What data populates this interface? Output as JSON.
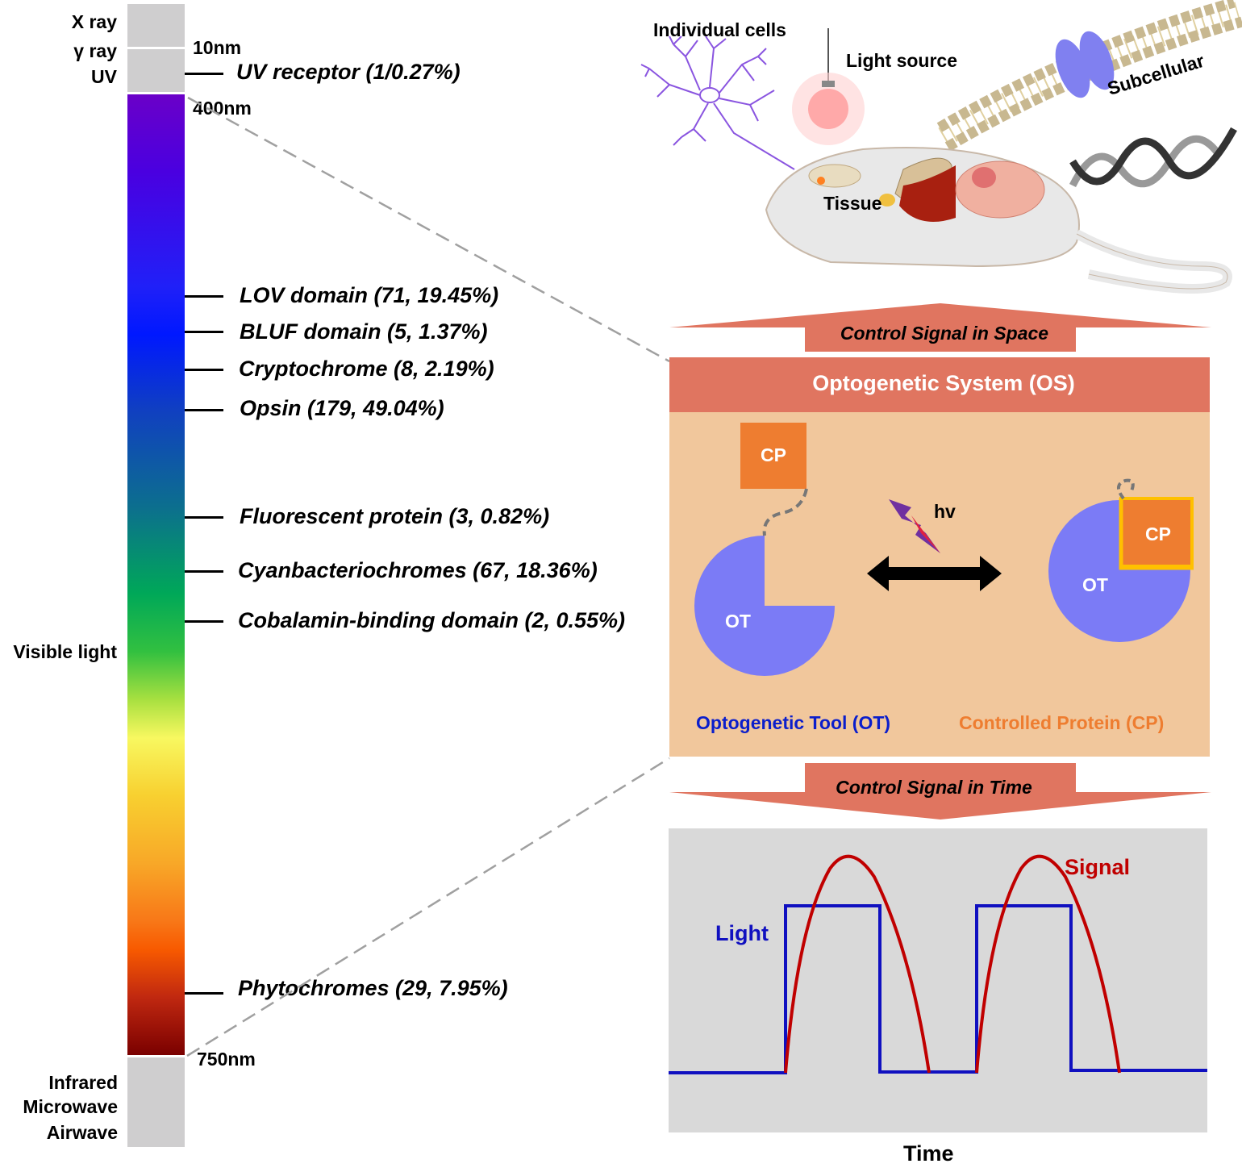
{
  "spectrum": {
    "xray": "X ray",
    "gamma": "γ ray",
    "uv": "UV",
    "visible": "Visible light",
    "infrared": "Infrared",
    "microwave": "Microwave",
    "airwave": "Airwave",
    "nm10": "10nm",
    "nm400": "400nm",
    "nm750": "750nm"
  },
  "receptors": [
    {
      "label": "UV receptor (1/0.27%)"
    },
    {
      "label": "LOV domain (71, 19.45%)"
    },
    {
      "label": "BLUF domain  (5, 1.37%)"
    },
    {
      "label": "Cryptochrome  (8, 2.19%)"
    },
    {
      "label": "Opsin (179, 49.04%)"
    },
    {
      "label": "Fluorescent protein (3, 0.82%)"
    },
    {
      "label": "Cyanbacteriochromes (67, 18.36%)"
    },
    {
      "label": "Cobalamin-binding domain (2, 0.55%)"
    },
    {
      "label": "Phytochromes (29, 7.95%)"
    }
  ],
  "scale": {
    "individual_cells": "Individual cells",
    "light_source": "Light source",
    "subcellular": "Subcellular",
    "tissue": "Tissue"
  },
  "control_space": "Control Signal in Space",
  "os": {
    "title": "Optogenetic System (OS)",
    "cp": "CP",
    "ot": "OT",
    "hv": "hv",
    "ot_label": "Optogenetic Tool (OT)",
    "cp_label": "Controlled Protein (CP)"
  },
  "control_time": "Control Signal in Time",
  "plot": {
    "signal": "Signal",
    "light": "Light",
    "time": "Time"
  },
  "colors": {
    "header": "#e07560",
    "panel": "#f1c79c",
    "ot": "#7b7bf6",
    "cp": "#ee7d30",
    "ot_text": "#0b1ecb",
    "cp_text": "#ee7d30",
    "light_line": "#1010c0",
    "signal_line": "#c00000"
  }
}
